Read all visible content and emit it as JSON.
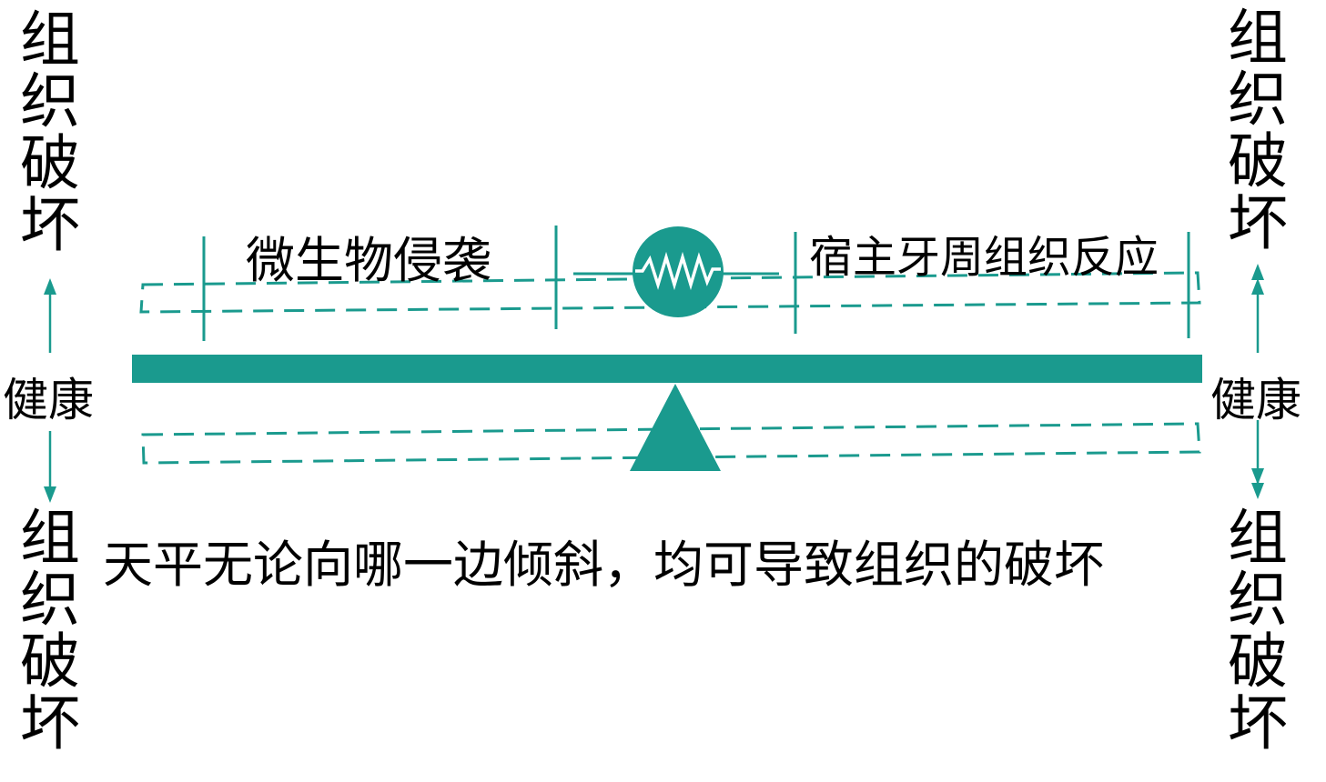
{
  "left": {
    "top_outcome": "组织破坏",
    "middle_state": "健康",
    "bottom_outcome": "组织破坏"
  },
  "right": {
    "top_outcome": "组织破坏",
    "middle_state": "健康",
    "bottom_outcome": "组织破坏"
  },
  "labels": {
    "microbial_invasion": "微生物侵袭",
    "host_response": "宿主牙周组织反应",
    "caption": "天平无论向哪一边倾斜，均可导致组织的破坏"
  },
  "colors": {
    "accent": "#1a9a8e",
    "text": "#000000",
    "background": "#ffffff"
  },
  "icons": {
    "center": "zigzag-circle-icon"
  }
}
